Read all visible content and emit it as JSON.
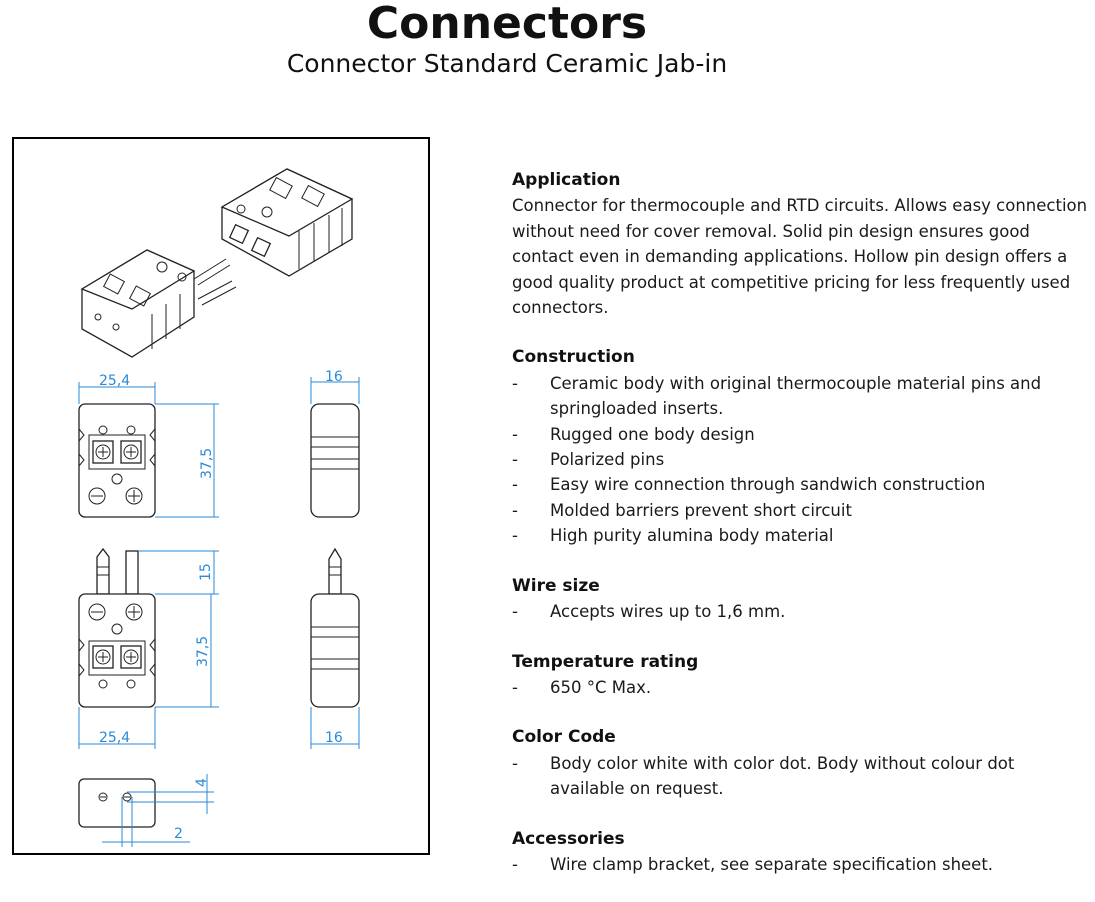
{
  "header": {
    "title": "Connectors",
    "subtitle": "Connector Standard Ceramic Jab-in"
  },
  "drawing": {
    "dims": {
      "front_width": "25,4",
      "front_height": "37,5",
      "side_width": "16",
      "pin_length": "15",
      "plug_height": "37,5",
      "plug_width": "25,4",
      "plug_side_width": "16",
      "bottom_pin_offset": "4",
      "bottom_pin_spacing": "2"
    }
  },
  "specs": {
    "application": {
      "heading": "Application",
      "text": "Connector for thermocouple and RTD circuits. Allows easy connection without need for cover removal. Solid pin design ensures good contact even in demanding applications. Hollow pin design offers a good quality product at competitive pricing for less frequently used connectors."
    },
    "construction": {
      "heading": "Construction",
      "items": [
        "Ceramic body with original thermocouple material pins and springloaded inserts.",
        "Rugged one body design",
        "Polarized pins",
        "Easy wire connection through sandwich construction",
        "Molded barriers prevent short circuit",
        "High purity alumina body material"
      ]
    },
    "wire_size": {
      "heading": "Wire size",
      "items": [
        "Accepts wires up to 1,6 mm."
      ]
    },
    "temperature": {
      "heading": "Temperature rating",
      "items": [
        "650 °C Max."
      ]
    },
    "color_code": {
      "heading": "Color Code",
      "items": [
        "Body color white with color dot. Body without colour dot available on request."
      ]
    },
    "accessories": {
      "heading": "Accessories",
      "items": [
        "Wire clamp bracket, see separate specification sheet."
      ]
    },
    "bullet": "-"
  }
}
